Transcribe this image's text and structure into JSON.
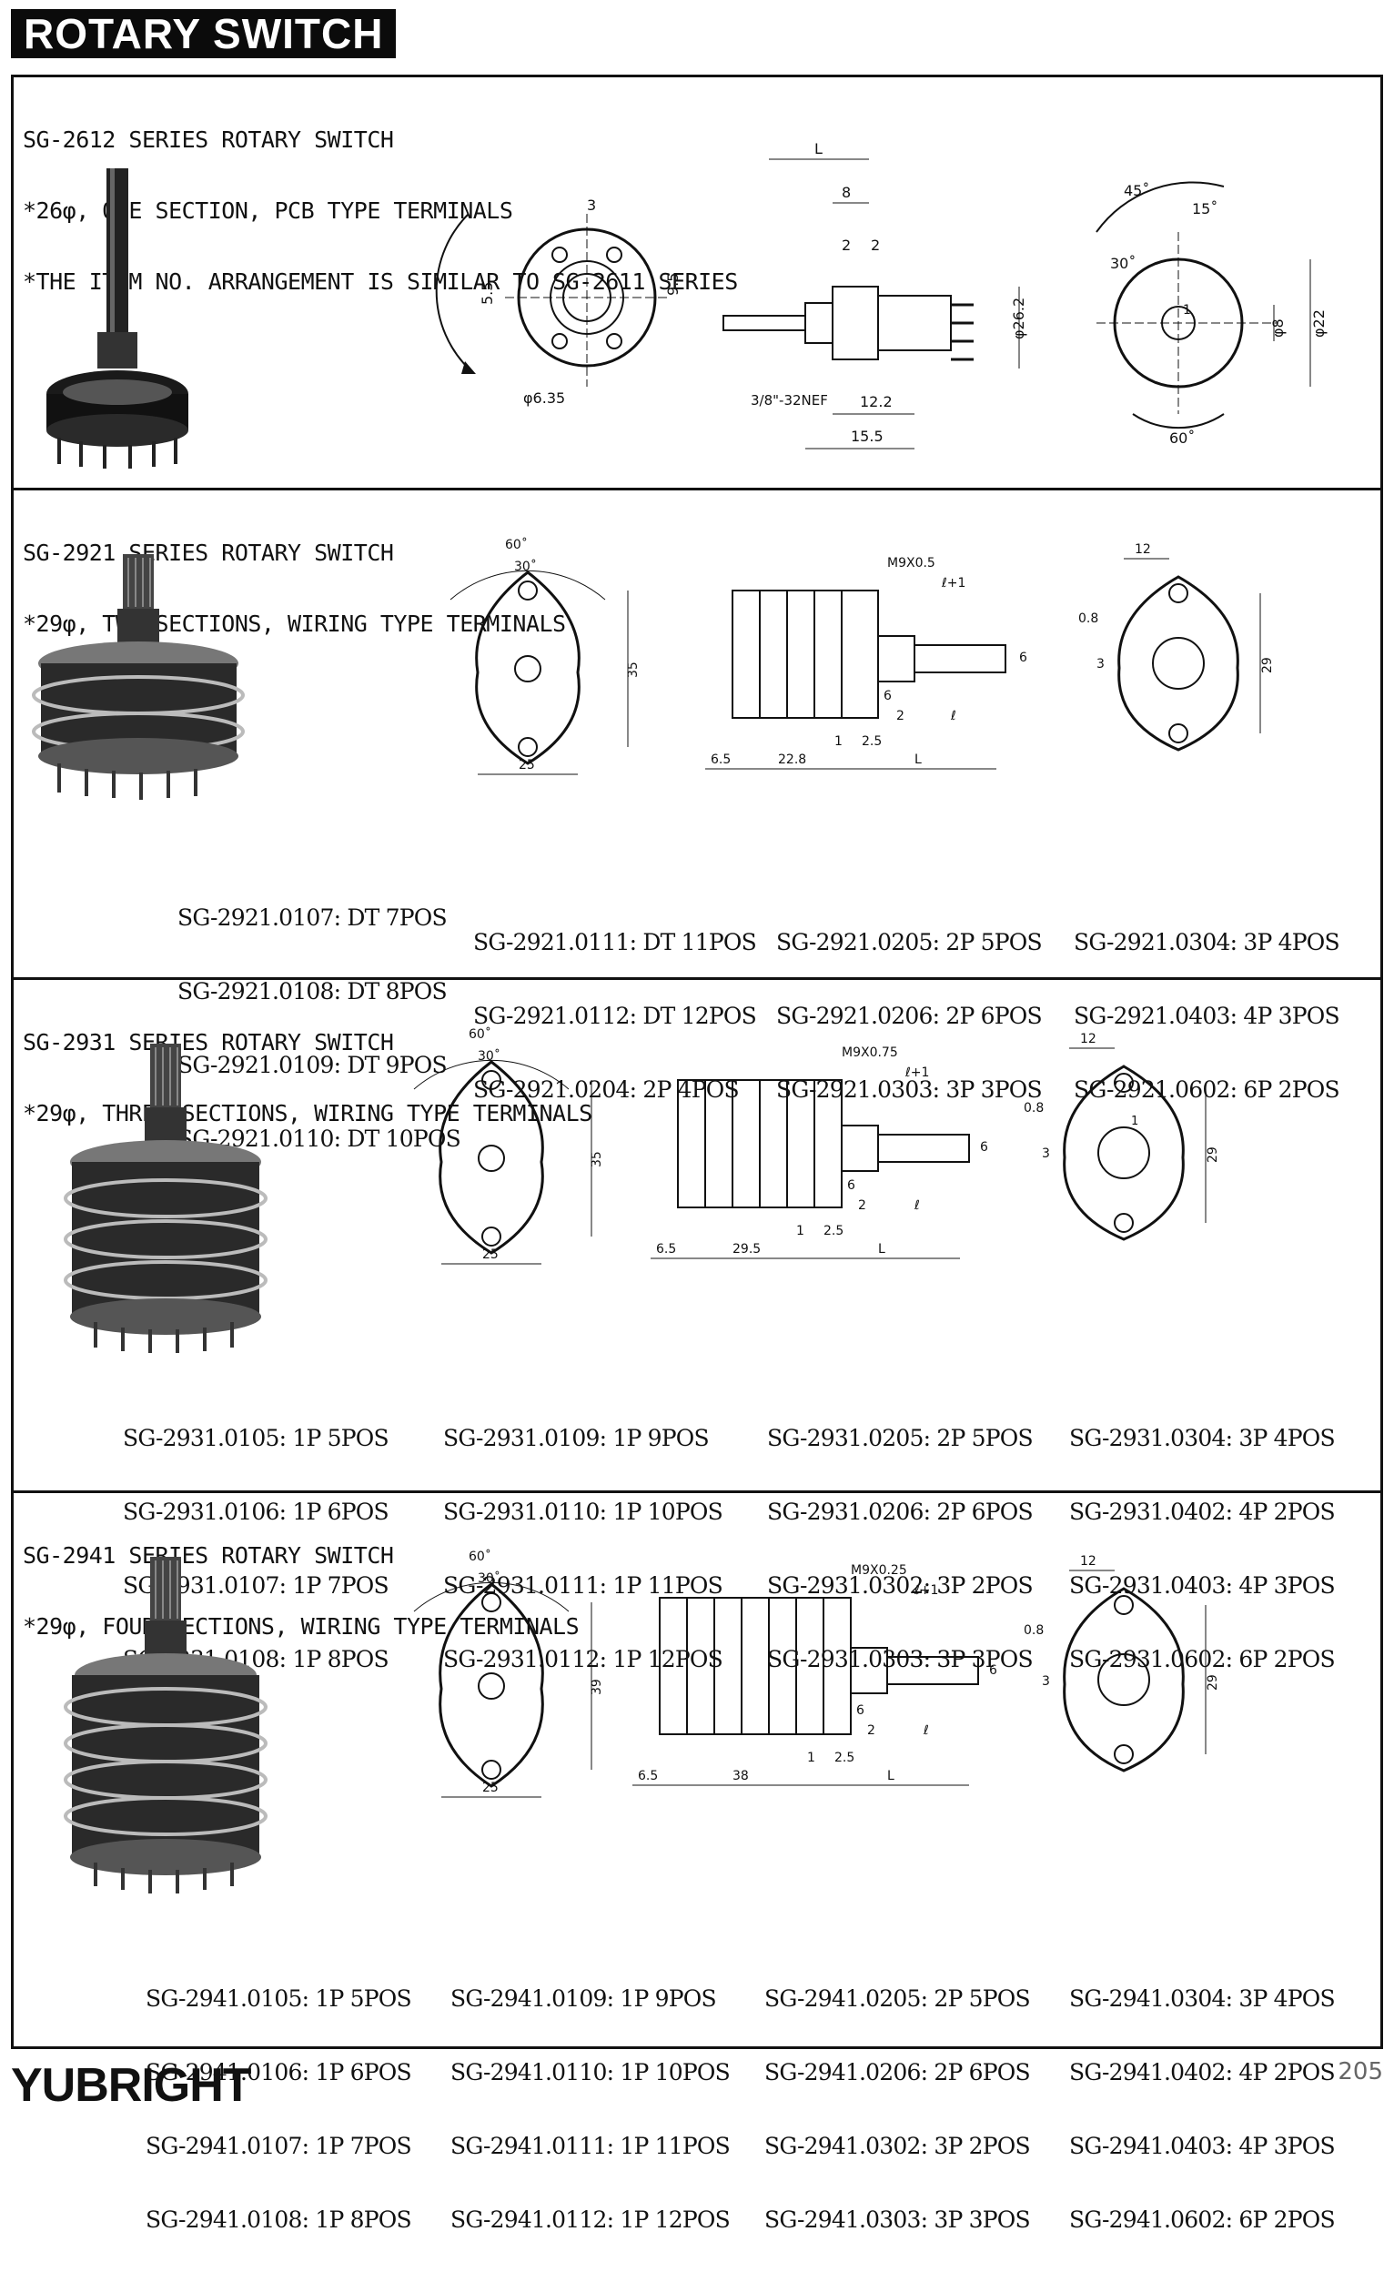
{
  "header": {
    "title": "ROTARY SWITCH"
  },
  "sections": [
    {
      "id": "sg2612",
      "title_lines": [
        "SG-2612 SERIES ROTARY SWITCH",
        "*26φ, ONE SECTION, PCB TYPE TERMINALS",
        "*THE ITEM NO. ARRANGEMENT IS SIMILAR TO SG-2611 SERIES"
      ],
      "dims": {
        "front": [
          "3",
          "5.5",
          "9.5",
          "φ6.35"
        ],
        "side": [
          "L",
          "8",
          "2",
          "2",
          "φ26.2",
          "3/8\"-32NEF",
          "12.2",
          "15.5"
        ],
        "angle": [
          "45˚",
          "15˚",
          "30˚",
          "1",
          "φ8",
          "φ22",
          "60˚"
        ]
      },
      "parts_columns": []
    },
    {
      "id": "sg2921",
      "title_lines": [
        "SG-2921 SERIES ROTARY SWITCH",
        "*29φ, TWO SECTIONS, WIRING TYPE TERMINALS"
      ],
      "dims": {
        "front": [
          "60˚",
          "30˚",
          "35",
          "25"
        ],
        "side": [
          "M9X0.5",
          "ℓ+1",
          "6",
          "6",
          "2",
          "ℓ",
          "1",
          "2.5",
          "6.5",
          "22.8",
          "L"
        ],
        "mount": [
          "12",
          "0.8",
          "3",
          "29"
        ]
      },
      "parts_columns": [
        [
          "SG-2921.0107: DT 7POS",
          "SG-2921.0108: DT 8POS",
          "SG-2921.0109: DT 9POS",
          "SG-2921.0110: DT 10POS"
        ],
        [
          "SG-2921.0111: DT 11POS",
          "SG-2921.0112: DT 12POS",
          "SG-2921.0204: 2P 4POS"
        ],
        [
          "SG-2921.0205: 2P 5POS",
          "SG-2921.0206: 2P 6POS",
          "SG-2921.0303: 3P 3POS"
        ],
        [
          "SG-2921.0304: 3P 4POS",
          "SG-2921.0403: 4P 3POS",
          "SG-2921.0602: 6P 2POS"
        ]
      ]
    },
    {
      "id": "sg2931",
      "title_lines": [
        "SG-2931 SERIES ROTARY SWITCH",
        "*29φ, THREE SECTIONS, WIRING TYPE TERMINALS"
      ],
      "dims": {
        "front": [
          "60˚",
          "30˚",
          "35",
          "25"
        ],
        "side": [
          "M9X0.75",
          "ℓ+1",
          "6",
          "6",
          "2",
          "ℓ",
          "1",
          "2.5",
          "6.5",
          "29.5",
          "L"
        ],
        "mount": [
          "12",
          "0.8",
          "1",
          "3",
          "29"
        ]
      },
      "parts_columns": [
        [
          "SG-2931.0105: 1P 5POS",
          "SG-2931.0106: 1P 6POS",
          "SG-2931.0107: 1P 7POS",
          "SG-2931.0108: 1P 8POS"
        ],
        [
          "SG-2931.0109: 1P 9POS",
          "SG-2931.0110: 1P 10POS",
          "SG-2931.0111: 1P 11POS",
          "SG-2931.0112: 1P 12POS"
        ],
        [
          "SG-2931.0205: 2P 5POS",
          "SG-2931.0206: 2P 6POS",
          "SG-2931.0302: 3P 2POS",
          "SG-2931.0303: 3P 3POS"
        ],
        [
          "SG-2931.0304: 3P 4POS",
          "SG-2931.0402: 4P 2POS",
          "SG-2931.0403: 4P 3POS",
          "SG-2931.0602: 6P 2POS"
        ]
      ]
    },
    {
      "id": "sg2941",
      "title_lines": [
        "SG-2941 SERIES ROTARY SWITCH",
        "*29φ, FOUR SECTIONS, WIRING TYPE TERMINALS"
      ],
      "dims": {
        "front": [
          "60˚",
          "30˚",
          "39",
          "25"
        ],
        "side": [
          "M9X0.25",
          "ℓ+1",
          "6",
          "6",
          "2",
          "ℓ",
          "1",
          "2.5",
          "6.5",
          "38",
          "L"
        ],
        "mount": [
          "12",
          "0.8",
          "3",
          "29"
        ]
      },
      "parts_columns": [
        [
          "SG-2941.0105: 1P 5POS",
          "SG-2941.0106: 1P 6POS",
          "SG-2941.0107: 1P 7POS",
          "SG-2941.0108: 1P 8POS"
        ],
        [
          "SG-2941.0109: 1P 9POS",
          "SG-2941.0110: 1P 10POS",
          "SG-2941.0111: 1P 11POS",
          "SG-2941.0112: 1P 12POS"
        ],
        [
          "SG-2941.0205: 2P 5POS",
          "SG-2941.0206: 2P 6POS",
          "SG-2941.0302: 3P 2POS",
          "SG-2941.0303: 3P 3POS"
        ],
        [
          "SG-2941.0304: 3P 4POS",
          "SG-2941.0402: 4P 2POS",
          "SG-2941.0403: 4P 3POS",
          "SG-2941.0602: 6P 2POS"
        ]
      ]
    }
  ],
  "footer": {
    "brand": "YUBRIGHT",
    "page_number": "205"
  }
}
